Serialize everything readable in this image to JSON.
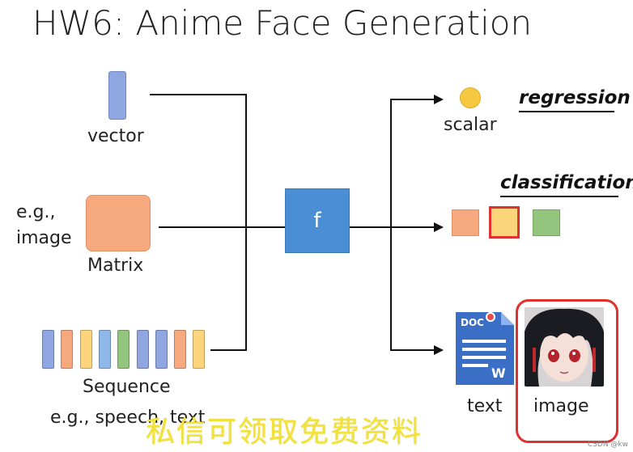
{
  "title": "HW6: Anime Face Generation",
  "inputs": {
    "vector": "vector",
    "eg": "e.g.,",
    "image": "image",
    "matrix": "Matrix",
    "sequence": "Sequence",
    "sequence_eg": "e.g., speech, text"
  },
  "function": {
    "label": "f"
  },
  "outputs": {
    "scalar": "scalar",
    "regression": "regression",
    "classification": "classification",
    "text": "text",
    "image": "image",
    "doc_label": "DOC",
    "doc_letter": "W"
  },
  "colors": {
    "vector": "#8fa6e0",
    "matrix": "#f6a87f",
    "function": "#4a8fd6",
    "scalar": "#f5c842",
    "class_orange": "#f6a87f",
    "class_yellow": "#fcd47c",
    "class_green": "#93c47d",
    "highlight": "#e03030",
    "sequence": [
      "#8fa6e0",
      "#f6a87f",
      "#fcd47c",
      "#8fb8e8",
      "#93c47d",
      "#8fa6e0",
      "#8fa6e0",
      "#f6a87f",
      "#fcd47c"
    ]
  },
  "watermark": "私信可领取免费资料",
  "credit": "CSDN @kw"
}
